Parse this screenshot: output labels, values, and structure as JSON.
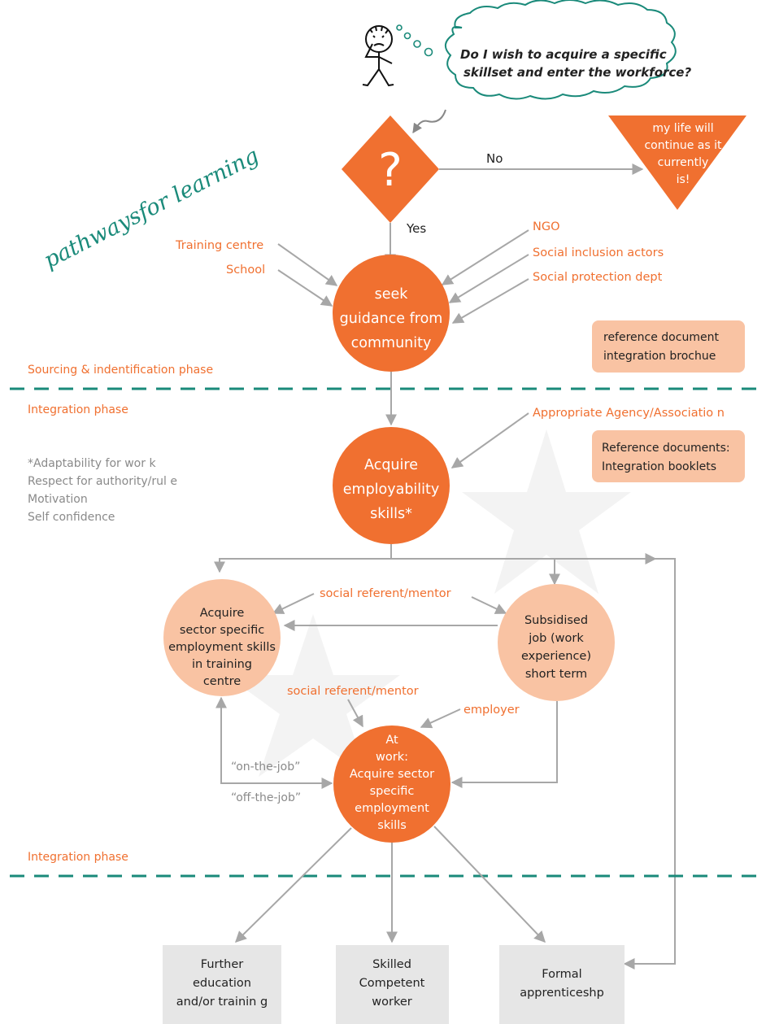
{
  "thought": {
    "lines": [
      "Do I wish to acquire a specific",
      "skillset and enter the workforce?"
    ]
  },
  "decision": {
    "symbol": "?",
    "no_label": "No",
    "yes_label": "Yes"
  },
  "no_outcome": {
    "lines": [
      "my life will",
      "continue as it",
      "currently",
      "is!"
    ]
  },
  "title": "pathwaysfor learning",
  "sources_left": [
    "Training centre",
    "School"
  ],
  "sources_right": [
    "NGO",
    "Social inclusion actors",
    "Social protection dept"
  ],
  "node_seek": {
    "lines": [
      "seek",
      "guidance from",
      "community"
    ]
  },
  "ref_box_1": {
    "lines": [
      "reference document",
      "integration brochue"
    ]
  },
  "phase_sourcing": "Sourcing & indentification phase",
  "phase_integration_top": "Integration phase",
  "agency": "Appropriate Agency/Associatio n",
  "ref_box_2": {
    "lines": [
      "Reference documents:",
      "Integration booklets"
    ]
  },
  "node_employability": {
    "lines": [
      "Acquire",
      "employability",
      "skills*"
    ]
  },
  "employability_notes": [
    "*Adaptability for wor k",
    "Respect for authority/rul e",
    "Motivation",
    "Self confidence"
  ],
  "mentor_top": "social referent/mentor",
  "node_training_centre": {
    "lines": [
      "Acquire",
      "sector specific",
      "employment skills",
      "in training",
      "centre"
    ]
  },
  "node_subsidised": {
    "lines": [
      "Subsidised",
      "job (work",
      "experience)",
      "short term"
    ]
  },
  "mentor_bottom": "social referent/mentor",
  "employer": "employer",
  "on_the_job": "“on-the-job”",
  "off_the_job": "“off-the-job”",
  "node_at_work": {
    "lines": [
      "At",
      "work:",
      "Acquire sector",
      "specific",
      "employment",
      "skills"
    ]
  },
  "phase_integration_bottom": "Integration phase",
  "outcomes": [
    {
      "lines": [
        "Further",
        "education",
        "and/or trainin g"
      ]
    },
    {
      "lines": [
        "Skilled",
        "Competent",
        "worker"
      ]
    },
    {
      "lines": [
        "Formal",
        "apprenticeshp"
      ]
    }
  ],
  "colors": {
    "orange": "#f07030",
    "peach": "#f9c3a3",
    "teal": "#1a8a7a",
    "arrow": "#a7a7a7",
    "grey_text": "#8a8a8a",
    "box_grey": "#e6e6e6",
    "star": "#f2f2f2"
  }
}
